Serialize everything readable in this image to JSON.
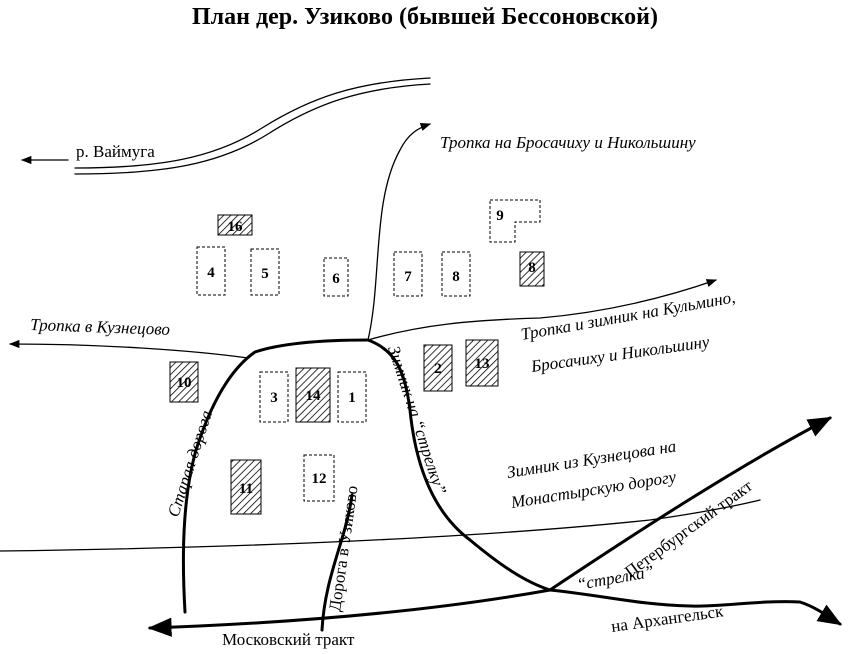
{
  "title": "План дер. Узиково (бывшей Бессоновской)",
  "labels": {
    "river": "р. Ваймуга",
    "path_north": "Тропка  на Бросачиху и Никольшину",
    "path_kuznetsovo": "Тропка в Кузнецово",
    "path_kulmino_1": "Тропка и зимник на Кульмино,",
    "path_kulmino_2": "Бросачиху и Никольшину",
    "winter_road_1": "Зимник из Кузнецова на",
    "winter_road_2": "Монастырскую дорогу",
    "old_road": "Старая дорога",
    "road_uzikovo": "Дорога в Узиково",
    "winter_strelka": "Зимник на  “стрелку”",
    "strelka": "“стрелка”",
    "petersburg_tract": "Петербургский тракт",
    "moscow_tract": "Московский тракт",
    "arkhangelsk": "на Архангельск"
  },
  "houses": [
    {
      "n": "16",
      "hatched": true
    },
    {
      "n": "9",
      "hatched": false
    },
    {
      "n": "4",
      "hatched": false
    },
    {
      "n": "5",
      "hatched": false
    },
    {
      "n": "6",
      "hatched": false
    },
    {
      "n": "7",
      "hatched": false
    },
    {
      "n": "8",
      "hatched": false
    },
    {
      "n": "8",
      "hatched": true
    },
    {
      "n": "10",
      "hatched": true
    },
    {
      "n": "3",
      "hatched": false
    },
    {
      "n": "14",
      "hatched": true
    },
    {
      "n": "1",
      "hatched": false
    },
    {
      "n": "2",
      "hatched": true
    },
    {
      "n": "13",
      "hatched": true
    },
    {
      "n": "11",
      "hatched": true
    },
    {
      "n": "12",
      "hatched": false
    }
  ]
}
